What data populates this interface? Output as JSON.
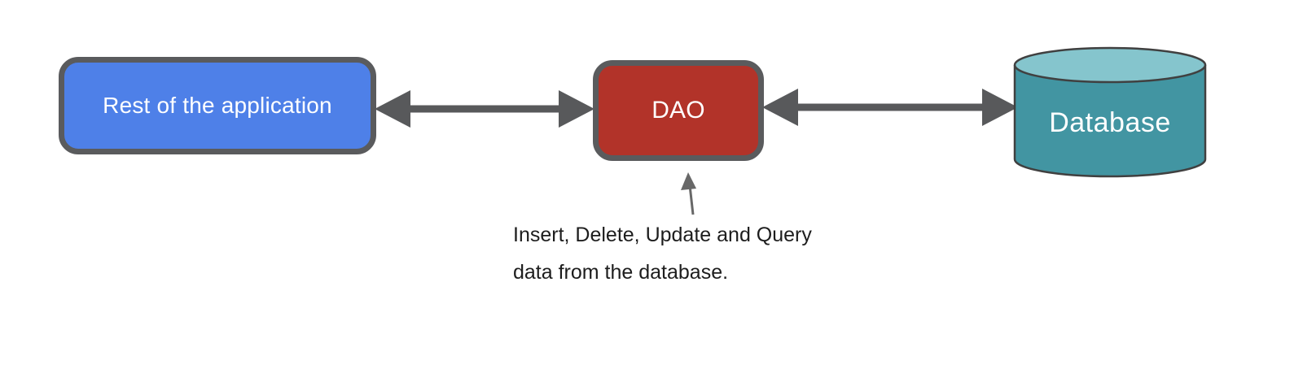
{
  "diagram": {
    "nodes": [
      {
        "id": "rest-of-application",
        "shape": "rounded-rectangle",
        "label": "Rest of the application",
        "fill": "#4e80e8",
        "text_color": "#ffffff"
      },
      {
        "id": "dao",
        "shape": "rounded-rectangle",
        "label": "DAO",
        "fill": "#b23329",
        "text_color": "#ffffff"
      },
      {
        "id": "database",
        "shape": "cylinder",
        "label": "Database",
        "fill": "#4295a2",
        "top_fill": "#85c5cd",
        "text_color": "#ffffff"
      }
    ],
    "connectors": [
      {
        "from": "rest-of-application",
        "to": "dao",
        "style": "double-headed-arrow"
      },
      {
        "from": "dao",
        "to": "database",
        "style": "double-headed-arrow"
      }
    ],
    "annotation": {
      "points_to": "dao",
      "lines": [
        "Insert, Delete, Update and Query",
        "data from the database."
      ]
    },
    "colors": {
      "background": "#ffffff",
      "node_border": "#5a5b5d",
      "connector_arrow": "#58595b",
      "annotation_arrow": "#686868",
      "annotation_text": "#1d1d1d",
      "cylinder_outline": "#404040"
    }
  }
}
